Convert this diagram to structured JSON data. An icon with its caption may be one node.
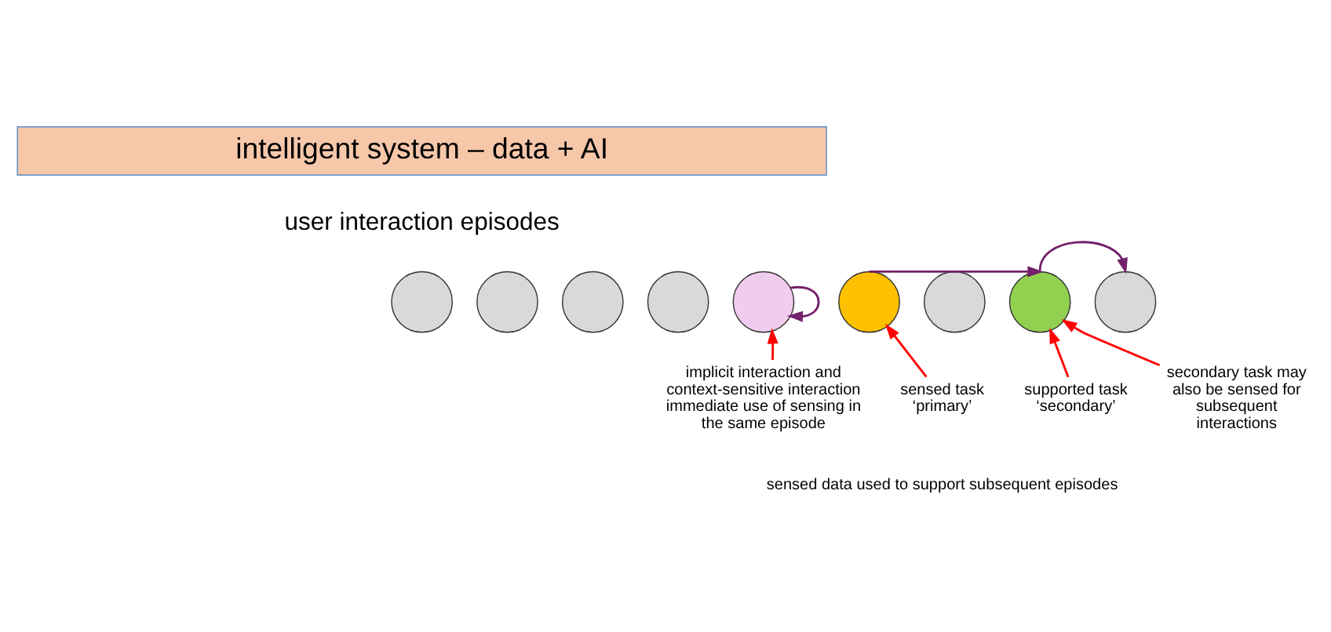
{
  "diagram": {
    "nodes": [
      {
        "text": [
          "intelligent system – data + AI"
        ]
      },
      {
        "text": [],
        "shape": "circle"
      },
      {
        "text": [],
        "shape": "circle"
      },
      {
        "text": [],
        "shape": "circle"
      },
      {
        "text": [],
        "shape": "circle"
      },
      {
        "text": [],
        "shape": "circle"
      },
      {
        "text": [],
        "shape": "circle"
      },
      {
        "text": [],
        "shape": "circle"
      },
      {
        "text": [],
        "shape": "circle"
      },
      {
        "text": [],
        "shape": "circle"
      },
      {
        "text": [
          "implicit interaction and context-sensitive interaction",
          "immediate use of sensing in the same episode"
        ]
      },
      {
        "text": [
          "sensed task ‘primary’"
        ]
      },
      {
        "text": [
          "supported task ‘secondary’"
        ]
      },
      {
        "text": [
          "secondary task may also be sensed for subsequent interactions"
        ]
      }
    ],
    "edges": [
      {
        "from": 5,
        "to": 5,
        "arrow": "to",
        "color": "#74206a"
      },
      {
        "from": 6,
        "to": 8,
        "arrow": "to",
        "color": "#74206a"
      },
      {
        "from": 8,
        "to": 9,
        "arrow": "to",
        "color": "#74206a"
      },
      {
        "from": 10,
        "to": 5,
        "arrow": "to",
        "color": "#ff0000"
      },
      {
        "from": 11,
        "to": 6,
        "arrow": "to",
        "color": "#ff0000"
      },
      {
        "from": 12,
        "to": 8,
        "arrow": "to",
        "color": "#ff0000"
      },
      {
        "from": 13,
        "to": 8,
        "arrow": "to",
        "color": "#ff0000"
      }
    ],
    "labels": [
      "user interaction episodes",
      "sensed data used to support subsequent episodes"
    ]
  }
}
